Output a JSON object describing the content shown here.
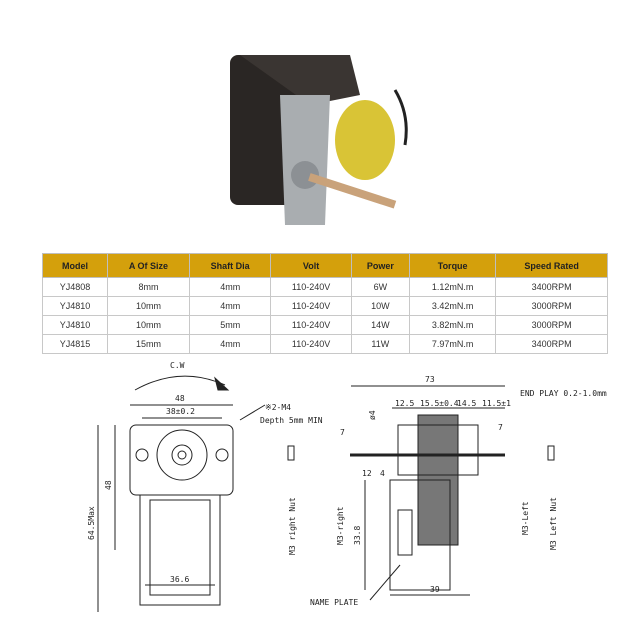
{
  "table": {
    "headers": [
      "Model",
      "A Of Size",
      "Shaft Dia",
      "Volt",
      "Power",
      "Torque",
      "Speed Rated"
    ],
    "rows": [
      [
        "YJ4808",
        "8mm",
        "4mm",
        "110-240V",
        "6W",
        "1.12mN.m",
        "3400RPM"
      ],
      [
        "YJ4810",
        "10mm",
        "4mm",
        "110-240V",
        "10W",
        "3.42mN.m",
        "3000RPM"
      ],
      [
        "YJ4810",
        "10mm",
        "5mm",
        "110-240V",
        "14W",
        "3.82mN.m",
        "3000RPM"
      ],
      [
        "YJ4815",
        "15mm",
        "4mm",
        "110-240V",
        "11W",
        "7.97mN.m",
        "3400RPM"
      ]
    ]
  },
  "front_view": {
    "rotation": "C.W",
    "width": "48",
    "hole_spacing": "38±0.2",
    "thread_note": "※2-M4",
    "depth_note": "Depth 5mm MIN",
    "height_max": "64.5Max",
    "height": "48",
    "bottom_width": "36.6",
    "nut_label": "M3 right Nut"
  },
  "side_view": {
    "length": "73",
    "end_play": "END PLAY 0.2-1.0mm",
    "d1": "12.5",
    "d2": "15.5±0.4",
    "d3": "14.5",
    "d4": "11.5±1",
    "shaft_dia": "ø4",
    "left_shaft": "7",
    "right_shaft": "7",
    "d_small1": "12",
    "d_small2": "4",
    "height": "33.8",
    "base": "39",
    "name_plate": "NAME PLATE",
    "left_label": "M3-right",
    "right_label": "M3-Left",
    "nut_label": "M3 Left Nut"
  }
}
